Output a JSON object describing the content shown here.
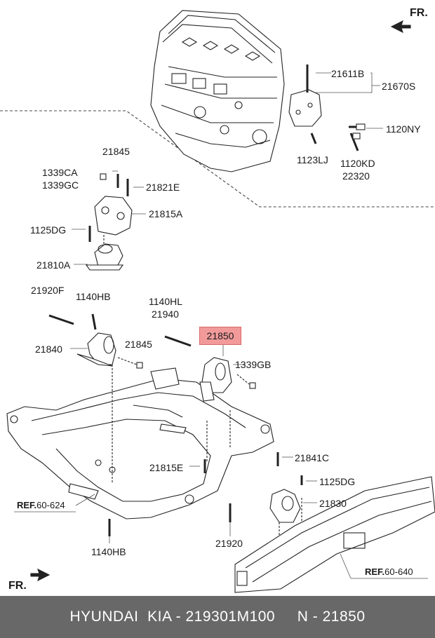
{
  "fr_labels": {
    "top": "FR.",
    "bottom": "FR."
  },
  "labels": {
    "l21611B": "21611B",
    "l21670S": "21670S",
    "l1120NY": "1120NY",
    "l1123LJ": "1123LJ",
    "l1120KD": "1120KD",
    "l22320": "22320",
    "l21845a": "21845",
    "l1339CA": "1339CA",
    "l1339GC": "1339GC",
    "l21821E": "21821E",
    "l21815A": "21815A",
    "l1125DGa": "1125DG",
    "l21810A": "21810A",
    "l21920Fa": "21920F",
    "l1140HBa": "1140HB",
    "l1140HL": "1140HL",
    "l21940": "21940",
    "l21850": "21850",
    "l21840": "21840",
    "l21845b": "21845",
    "l1339GB": "1339GB",
    "l21815E": "21815E",
    "l21841C": "21841C",
    "l1125DGb": "1125DG",
    "l21830": "21830",
    "l21920": "21920",
    "l1140HBb": "1140HB"
  },
  "refs": {
    "left": {
      "prefix": "REF.",
      "code": "60-624"
    },
    "right": {
      "prefix": "REF.",
      "code": "60-640"
    }
  },
  "footer": "HYUNDAI  KIA - 219301M100     N - 21850"
}
